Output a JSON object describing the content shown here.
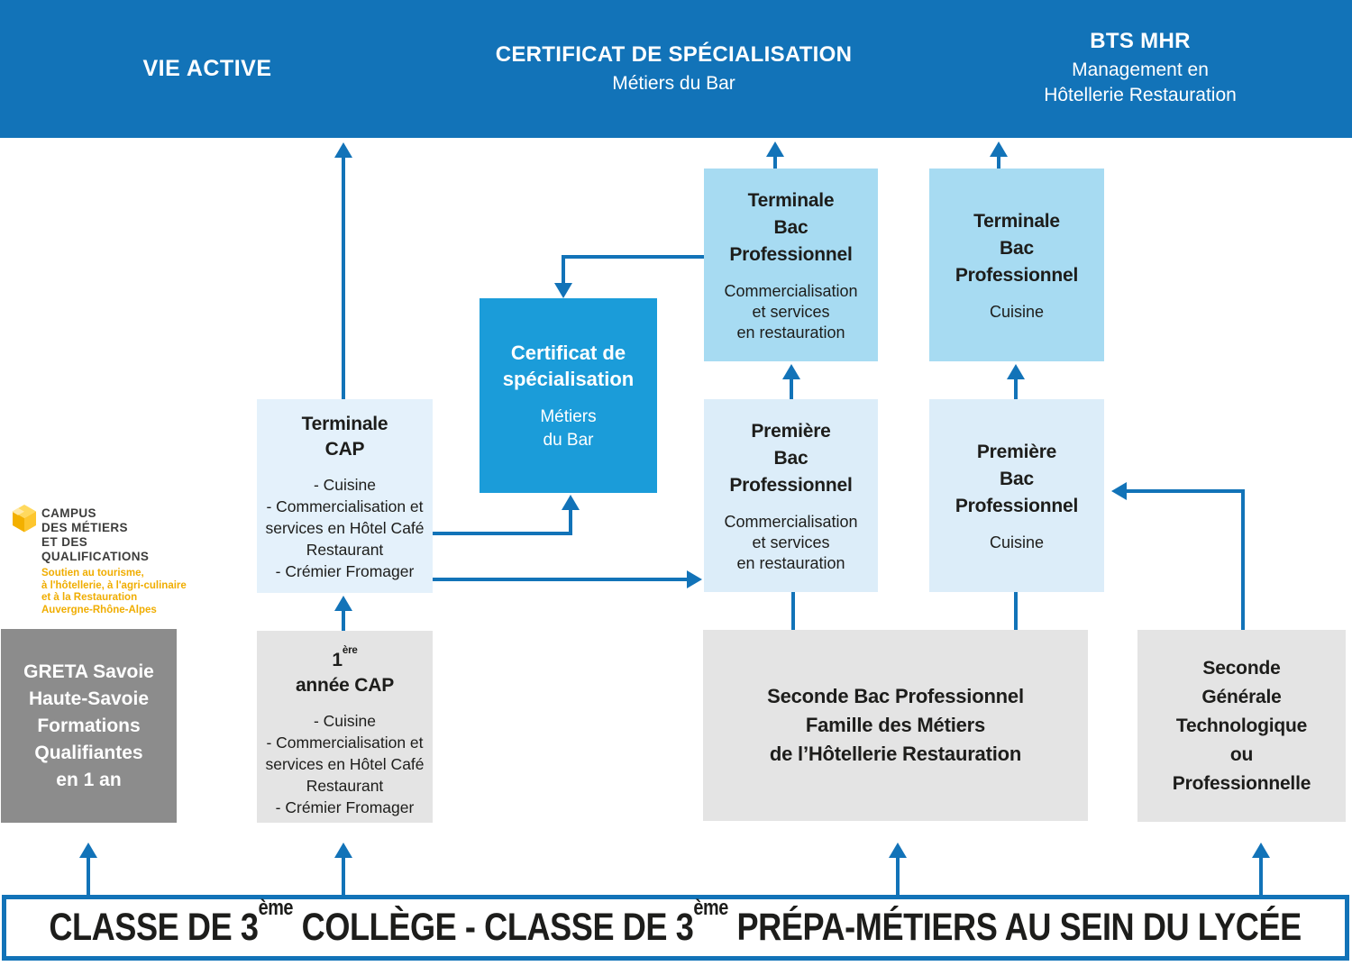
{
  "top_banner": {
    "vie_active": "VIE ACTIVE",
    "certificat": {
      "title": "CERTIFICAT DE SPÉCIALISATION",
      "subtitle": "Métiers du Bar"
    },
    "bts": {
      "title": "BTS MHR",
      "subtitle_lines": [
        "Management en",
        "Hôtellerie Restauration"
      ]
    }
  },
  "campus_logo": {
    "icon": "campus-cubes-icon",
    "name_lines": [
      "CAMPUS",
      "DES MÉTIERS",
      "ET DES",
      "QUALIFICATIONS"
    ],
    "tagline_lines": [
      "Soutien au tourisme,",
      "à l'hôtellerie, à l'agri-culinaire",
      "et à la Restauration",
      "Auvergne-Rhône-Alpes"
    ]
  },
  "boxes": {
    "greta": {
      "lines": [
        "GRETA Savoie",
        "Haute-Savoie",
        "Formations",
        "Qualifiantes",
        "en 1 an"
      ]
    },
    "terminale_cap": {
      "title_lines": [
        "Terminale",
        "CAP"
      ],
      "options_lines": [
        "- Cuisine",
        "- Commercialisation et",
        "services en Hôtel Café",
        "Restaurant",
        "- Crémier Fromager"
      ]
    },
    "premiere_annee_cap": {
      "title_number": "1",
      "title_sup": "ère",
      "title_line2": "année CAP",
      "options_lines": [
        "- Cuisine",
        "- Commercialisation et",
        "services en Hôtel Café",
        "Restaurant",
        "- Crémier Fromager"
      ]
    },
    "certificat_specialisation": {
      "title_lines": [
        "Certificat de",
        "spécialisation"
      ],
      "subtitle_lines": [
        "Métiers",
        "du Bar"
      ]
    },
    "terminale_bacpro_commercialisation": {
      "title_lines": [
        "Terminale",
        "Bac",
        "Professionnel"
      ],
      "subtitle_lines": [
        "Commercialisation",
        "et services",
        "en restauration"
      ]
    },
    "terminale_bacpro_cuisine": {
      "title_lines": [
        "Terminale",
        "Bac",
        "Professionnel"
      ],
      "subtitle": "Cuisine"
    },
    "premiere_bacpro_commercialisation": {
      "title_lines": [
        "Première",
        "Bac",
        "Professionnel"
      ],
      "subtitle_lines": [
        "Commercialisation",
        "et services",
        "en restauration"
      ]
    },
    "premiere_bacpro_cuisine": {
      "title_lines": [
        "Première",
        "Bac",
        "Professionnel"
      ],
      "subtitle": "Cuisine"
    },
    "seconde_bacpro": {
      "lines": [
        "Seconde Bac Professionnel",
        "Famille des Métiers",
        "de l’Hôtellerie Restauration"
      ]
    },
    "seconde_generale": {
      "lines": [
        "Seconde",
        "Générale",
        "Technologique",
        "ou",
        "Professionnelle"
      ]
    }
  },
  "bottom_banner": {
    "part1": "CLASSE DE 3",
    "sup1": "ème",
    "part2": " COLLÈGE - CLASSE DE 3",
    "sup2": "ème",
    "part3": " PRÉPA-MÉTIERS AU SEIN DU LYCÉE"
  },
  "colors": {
    "banner_blue": "#1273b8",
    "arrow_blue": "#1273b8",
    "certificat_blue": "#1b9cd9",
    "terminale_light_blue": "#a7dbf2",
    "premiere_pale_blue": "#dcedf9",
    "gray_box": "#e4e4e4",
    "greta_gray": "#8c8c8c",
    "campus_yellow": "#f0ad00",
    "text_dark": "#1d1d1b"
  }
}
